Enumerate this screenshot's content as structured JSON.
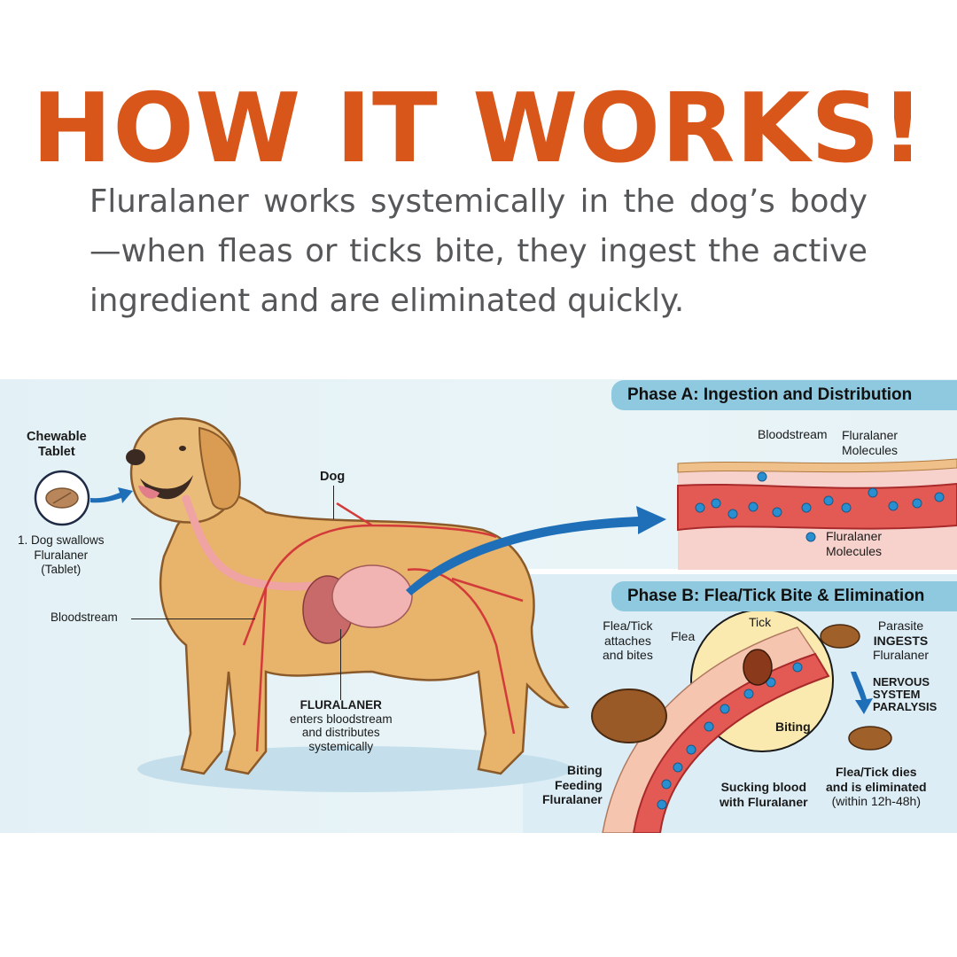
{
  "header": {
    "title": "HOW IT WORKS!",
    "description": "Fluralaner works systemically in the dog’s body—when fleas or ticks bite, they ingest the active ingredient and are eliminated quickly."
  },
  "colors": {
    "title": "#d9561a",
    "body_text": "#555759",
    "panel_bg": "#e6f2f6",
    "phase_header_bg": "#8ec9df",
    "arrow_blue": "#1f6fb8",
    "vessel_red": "#d33a3a",
    "molecule_blue": "#2a8fd0",
    "dog_fur": "#e8b36a"
  },
  "diagram": {
    "left": {
      "tablet_label": "Chewable Tablet",
      "tablet_label_line1": "Chewable",
      "tablet_label_line2": "Tablet",
      "step1_line1": "1. Dog swallows",
      "step1_line2": "Fluralaner",
      "step1_line3": "(Tablet)",
      "bloodstream_label": "Bloodstream",
      "dog_label": "Dog",
      "fluralaner_title": "FLURALANER",
      "fluralaner_line1": "enters bloodstream",
      "fluralaner_line2": "and distributes",
      "fluralaner_line3": "systemically"
    },
    "phase_a": {
      "title": "Phase A: Ingestion and Distribution",
      "bloodstream_label": "Bloodstream",
      "molecules_top_line1": "Fluralaner",
      "molecules_top_line2": "Molecules",
      "molecules_bottom_line1": "Fluralaner",
      "molecules_bottom_line2": "Molecules"
    },
    "phase_b": {
      "title": "Phase B: Flea/Tick Bite & Elimination",
      "attaches_line1": "Flea/Tick",
      "attaches_line2": "attaches",
      "attaches_line3": "and bites",
      "flea_label": "Flea",
      "tick_label": "Tick",
      "biting_label": "Biting",
      "ingests_line1": "Parasite",
      "ingests_line2": "INGESTS",
      "ingests_line3": "Fluralaner",
      "paralysis_line1": "NERVOUS",
      "paralysis_line2": "SYSTEM",
      "paralysis_line3": "PARALYSIS",
      "feeding_line1": "Biting",
      "feeding_line2": "Feeding",
      "feeding_line3": "Fluralaner",
      "sucking_line1": "Sucking blood",
      "sucking_line2": "with Fluralaner",
      "dies_line1": "Flea/Tick dies",
      "dies_line2": "and is eliminated",
      "dies_line3": "(within 12h-48h)"
    }
  }
}
